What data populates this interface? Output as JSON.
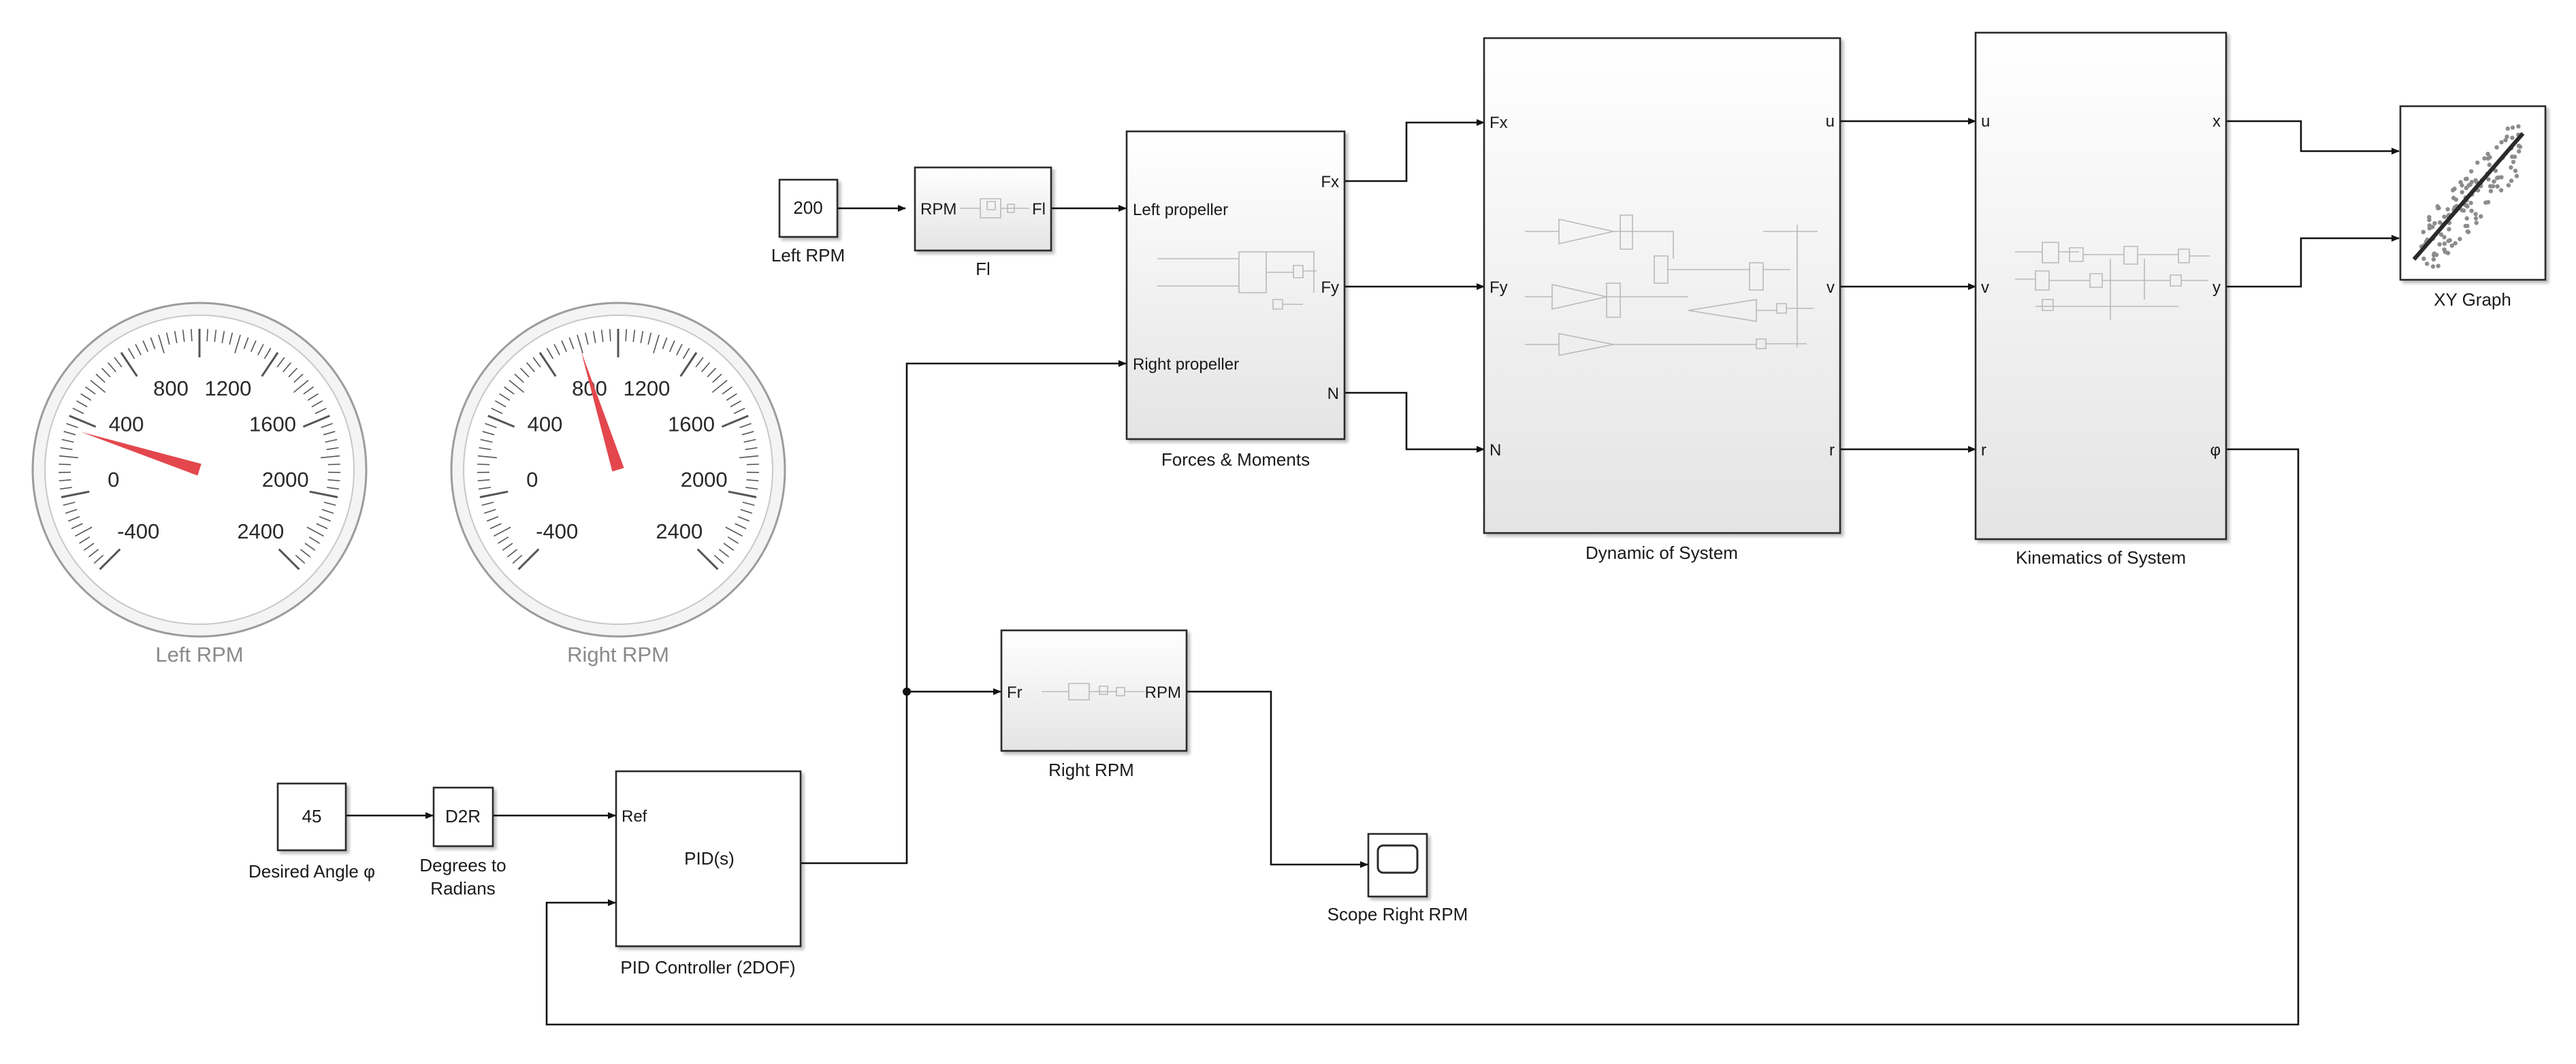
{
  "blocks": {
    "left_rpm_const": {
      "value": "200",
      "label": "Left RPM"
    },
    "fl": {
      "label": "Fl",
      "in_port": "RPM",
      "out_port": "Fl"
    },
    "forces": {
      "label": "Forces & Moments",
      "in_left": "Left propeller",
      "in_right": "Right propeller",
      "out_fx": "Fx",
      "out_fy": "Fy",
      "out_n": "N"
    },
    "dynamic": {
      "label": "Dynamic of System",
      "in_fx": "Fx",
      "in_fy": "Fy",
      "in_n": "N",
      "out_u": "u",
      "out_v": "v",
      "out_r": "r"
    },
    "kinematics": {
      "label": "Kinematics of System",
      "in_u": "u",
      "in_v": "v",
      "in_r": "r",
      "out_x": "x",
      "out_y": "y",
      "out_phi": "φ"
    },
    "xy_graph": {
      "label": "XY  Graph"
    },
    "right_rpm": {
      "label": "Right RPM",
      "in_port": "Fr",
      "out_port": "RPM"
    },
    "scope": {
      "label": "Scope Right RPM"
    },
    "desired_const": {
      "value": "45",
      "label": "Desired Angle φ"
    },
    "d2r": {
      "text": "D2R",
      "label_line1": "Degrees to",
      "label_line2": "Radians"
    },
    "pid": {
      "text": "PID(s)",
      "label": "PID Controller (2DOF)",
      "in_ref": "Ref"
    }
  },
  "gauges": [
    {
      "title": "Left RPM",
      "value": 250,
      "min": -400,
      "max": 2400,
      "ticks": [
        "-400",
        "0",
        "400",
        "800",
        "1200",
        "1600",
        "2000",
        "2400"
      ]
    },
    {
      "title": "Right RPM",
      "value": 820,
      "min": -400,
      "max": 2400,
      "ticks": [
        "-400",
        "0",
        "400",
        "800",
        "1200",
        "1600",
        "2000",
        "2400"
      ]
    }
  ],
  "colors": {
    "needle": "#e3474d",
    "block_border": "#2b2b2b",
    "gauge_title": "#8a8a8a"
  }
}
